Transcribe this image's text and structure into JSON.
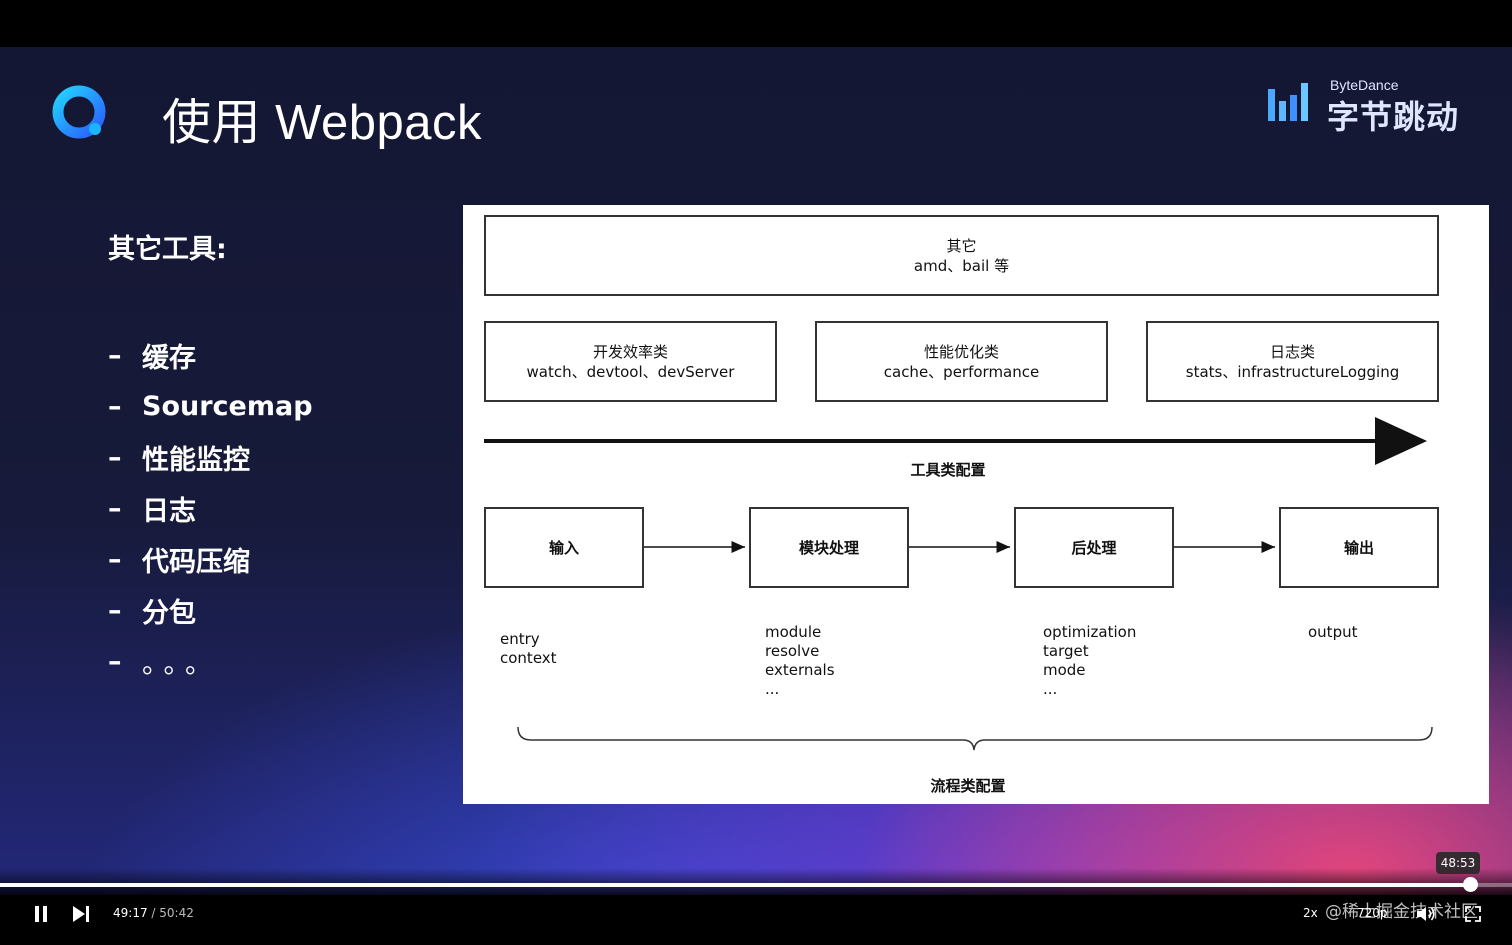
{
  "slide": {
    "title": "使用 Webpack",
    "brand_en": "ByteDance",
    "brand_cn": "字节跳动",
    "left_heading": "其它工具:",
    "list_items": [
      "缓存",
      "Sourcemap",
      "性能监控",
      "日志",
      "代码压缩",
      "分包",
      "。。。"
    ],
    "bullet": "–"
  },
  "diagram": {
    "top_box": {
      "title": "其它",
      "subtitle": "amd、bail 等"
    },
    "tool_boxes": [
      {
        "title": "开发效率类",
        "subtitle": "watch、devtool、devServer"
      },
      {
        "title": "性能优化类",
        "subtitle": "cache、performance"
      },
      {
        "title": "日志类",
        "subtitle": "stats、infrastructureLogging"
      }
    ],
    "tool_axis_label": "工具类配置",
    "flow_boxes": [
      "输入",
      "模块处理",
      "后处理",
      "输出"
    ],
    "flow_labels": [
      [
        "entry",
        "context"
      ],
      [
        "module",
        "resolve",
        "externals",
        "..."
      ],
      [
        "optimization",
        "target",
        "mode",
        "..."
      ],
      [
        "output"
      ]
    ],
    "flow_brace_label": "流程类配置"
  },
  "player": {
    "current_time": "49:17",
    "separator": " / ",
    "duration": "50:42",
    "hover_time": "48:53",
    "progress": 0.972,
    "speed": "2x",
    "quality": "720p",
    "watermark": "@稀土掘金技术社区"
  },
  "colors": {
    "logo_cyan": "#19b6ff",
    "logo_blue": "#2b6bff",
    "brand_bar": "#4aa8ff"
  }
}
